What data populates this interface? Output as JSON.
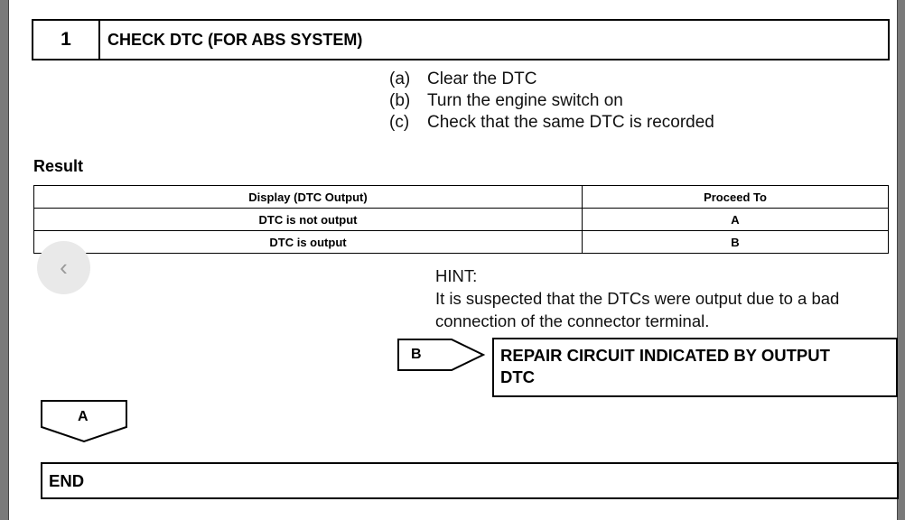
{
  "step": {
    "number": "1",
    "title": "CHECK DTC (FOR ABS SYSTEM)"
  },
  "procedure": [
    {
      "label": "(a)",
      "text": "Clear the DTC"
    },
    {
      "label": "(b)",
      "text": "Turn the engine switch on"
    },
    {
      "label": "(c)",
      "text": "Check that the same DTC is recorded"
    }
  ],
  "result": {
    "heading": "Result",
    "headers": [
      "Display (DTC Output)",
      "Proceed To"
    ],
    "rows": [
      [
        "DTC is not output",
        "A"
      ],
      [
        "DTC is output",
        "B"
      ]
    ]
  },
  "nav": {
    "prev_icon": "chevron-left-icon",
    "prev_glyph": "‹"
  },
  "hint": {
    "title": "HINT:",
    "lines": [
      "It is suspected that the DTCs were output due to a bad",
      "connection of the connector terminal."
    ]
  },
  "branch_b": {
    "label": "B",
    "action_lines": [
      "REPAIR CIRCUIT INDICATED BY OUTPUT",
      "DTC"
    ]
  },
  "branch_a": {
    "label": "A"
  },
  "end": {
    "label": "END"
  }
}
